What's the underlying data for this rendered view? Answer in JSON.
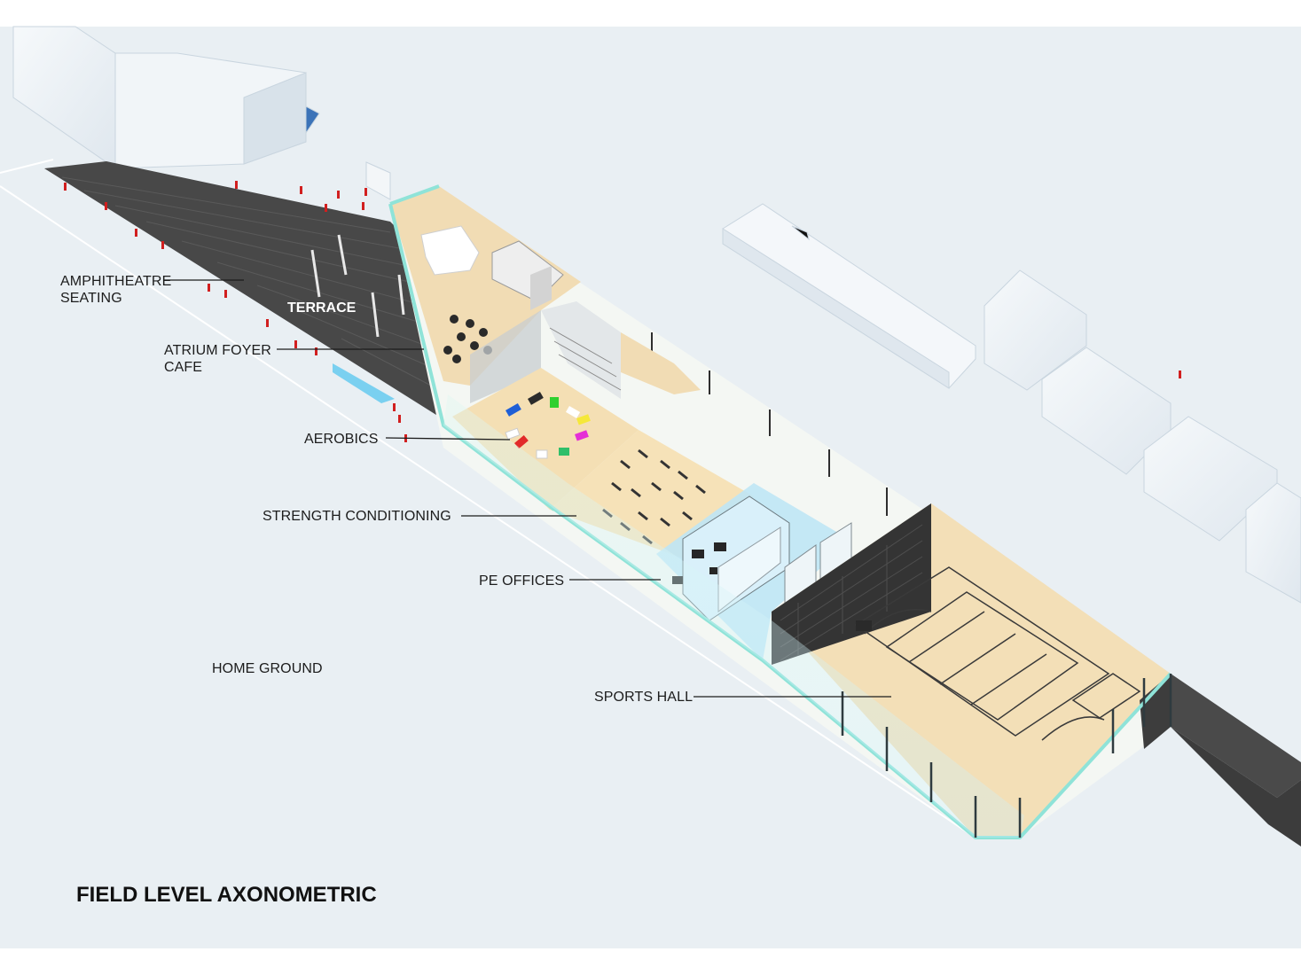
{
  "title": "FIELD LEVEL AXONOMETRIC",
  "labels": {
    "amphitheatre": "AMPHITHEATRE",
    "seating": "SEATING",
    "terrace": "TERRACE",
    "atrium": "ATRIUM FOYER",
    "cafe": "CAFE",
    "aerobics": "AEROBICS",
    "strength": "STRENGTH CONDITIONING",
    "pe_offices": "PE OFFICES",
    "home_ground": "HOME GROUND",
    "sports_hall": "SPORTS HALL"
  },
  "colors": {
    "background": "#e9eff3",
    "terrace": "#484848",
    "timber_floor": "#f1dcb4",
    "glass_edge": "#8fe3d8",
    "office_floor": "#bfe6f5",
    "sports_hall_wall": "#3a3a3a",
    "figures": "#d11f1f",
    "mat_colors": [
      "#1f5fd6",
      "#2b2b2b",
      "#2fd02f",
      "#f5e83a",
      "#e52fd6",
      "#2fbf6a",
      "#ffffff",
      "#e22a2a",
      "#f09a28"
    ]
  }
}
